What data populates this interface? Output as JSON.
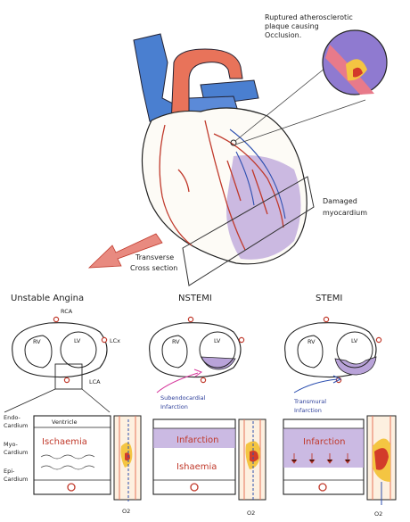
{
  "annotations": {
    "rupture": [
      "Ruptured atherosclerotic",
      "plaque causing",
      "Occlusion."
    ],
    "damaged": [
      "Damaged",
      "myocardium"
    ],
    "transverse": [
      "Transverse",
      "Cross section"
    ]
  },
  "panels": [
    {
      "title": "Unstable Angina",
      "rv": "RV",
      "lv": "LV"
    },
    {
      "title": "NSTEMI",
      "rv": "RV",
      "lv": "LV"
    },
    {
      "title": "STEMI",
      "rv": "RV",
      "lv": "LV"
    }
  ],
  "vessels": {
    "rca": "RCA",
    "lcx": "LCx",
    "lca": "LCA"
  },
  "layers": {
    "endo": [
      "Endo-",
      "Cardium"
    ],
    "myo": [
      "Myo-",
      "Cardium"
    ],
    "epi": [
      "Epi-",
      "Cardium"
    ],
    "ventricle": "Ventricle"
  },
  "strips": {
    "s1": {
      "main": "Ischaemia"
    },
    "s2": {
      "top": "Infarction",
      "bottom": "Ishaemia",
      "note": [
        "Subendocardial",
        "Infarction"
      ]
    },
    "s3": {
      "main": "Infarction",
      "note": [
        "Transmural",
        "Infarction"
      ]
    }
  },
  "o2_label": "O2",
  "colors": {
    "aorta": "#e8735a",
    "vena_cava": "#4a7fd0",
    "artery": "#c0392b",
    "vein": "#2c4fb0",
    "infarct": "#b9a3d9",
    "ischaemia_text": "#c0392b"
  }
}
